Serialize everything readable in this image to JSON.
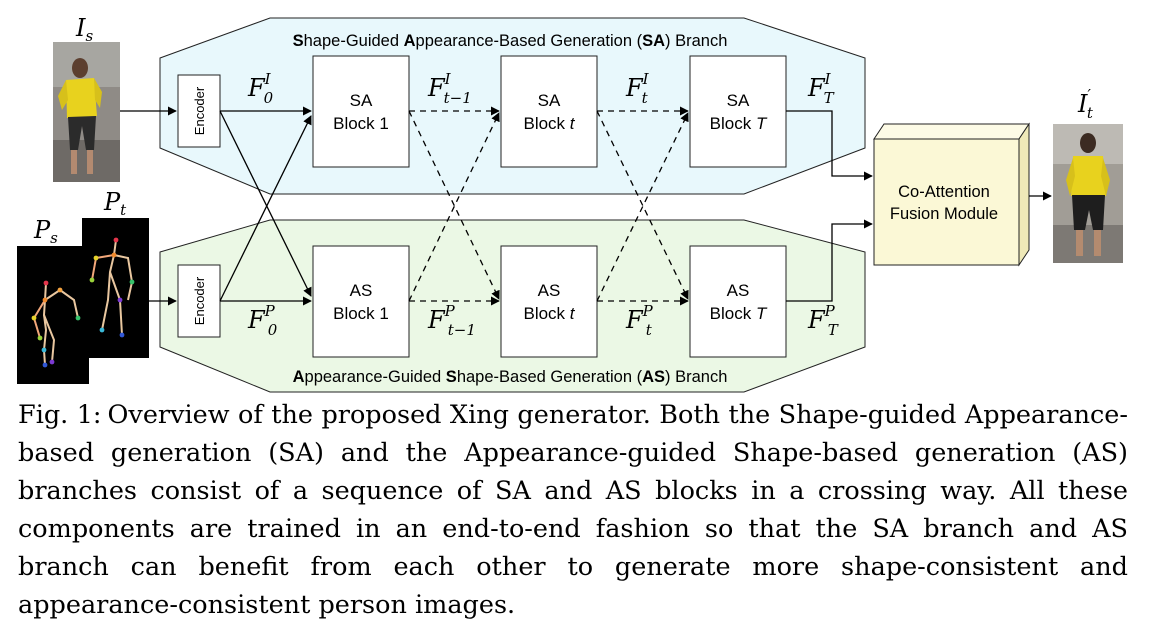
{
  "figure": {
    "sa_branch_title": {
      "pre1": "S",
      "post1": "hape-Guided ",
      "pre2": "A",
      "post2": "ppearance-Based Generation (",
      "abbr": "SA",
      "end": ") Branch"
    },
    "as_branch_title": {
      "pre1": "A",
      "post1": "ppearance-Guided ",
      "pre2": "S",
      "post2": "hape-Based Generation (",
      "abbr": "AS",
      "end": ") Branch"
    },
    "encoder_label": "Encoder",
    "sa_blocks": [
      {
        "line1": "SA",
        "line2": "Block ",
        "index": "1"
      },
      {
        "line1": "SA",
        "line2": "Block ",
        "index": "t"
      },
      {
        "line1": "SA",
        "line2": "Block ",
        "index": "T"
      }
    ],
    "as_blocks": [
      {
        "line1": "AS",
        "line2": "Block ",
        "index": "1"
      },
      {
        "line1": "AS",
        "line2": "Block ",
        "index": "t"
      },
      {
        "line1": "AS",
        "line2": "Block ",
        "index": "T"
      }
    ],
    "fusion_module": {
      "line1": "Co-Attention",
      "line2": "Fusion Module"
    },
    "symbols": {
      "source_image": {
        "base": "I",
        "sub": "s"
      },
      "source_pose": {
        "base": "P",
        "sub": "s"
      },
      "target_pose": {
        "base": "P",
        "sub": "t"
      },
      "output_image": {
        "base": "I",
        "sup": "′",
        "sub": "t"
      },
      "sa_features": [
        {
          "base": "F",
          "sup": "I",
          "sub": "0"
        },
        {
          "base": "F",
          "sup": "I",
          "sub": "t−1"
        },
        {
          "base": "F",
          "sup": "I",
          "sub": "t"
        },
        {
          "base": "F",
          "sup": "I",
          "sub": "T"
        }
      ],
      "as_features": [
        {
          "base": "F",
          "sup": "P",
          "sub": "0"
        },
        {
          "base": "F",
          "sup": "P",
          "sub": "t−1"
        },
        {
          "base": "F",
          "sup": "P",
          "sub": "t"
        },
        {
          "base": "F",
          "sup": "P",
          "sub": "T"
        }
      ]
    },
    "colors": {
      "sa_branch_fill": "#e8f8fc",
      "as_branch_fill": "#ebf8e5",
      "fusion_fill": "#fbf8d6",
      "person_shirt": "#e8d21e",
      "pose_background": "#000000"
    }
  },
  "caption": {
    "label": "Fig. 1:",
    "text": "Overview of the proposed Xing generator. Both the Shape-guided Appearance-based generation (SA) and the Appearance-guided Shape-based generation (AS) branches consist of a sequence of SA and AS blocks in a crossing way. All these components are trained in an end-to-end fashion so that the SA branch and AS branch can benefit from each other to generate more shape-consistent and appearance-consistent person images."
  }
}
